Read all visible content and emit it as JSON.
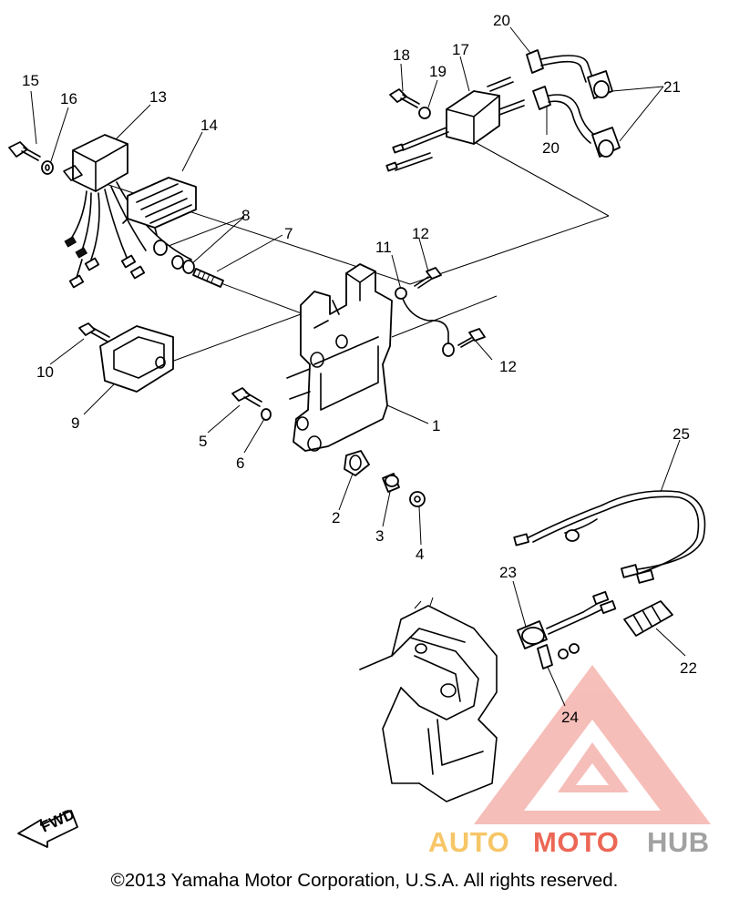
{
  "callouts": [
    {
      "label": "1"
    },
    {
      "label": "2"
    },
    {
      "label": "3"
    },
    {
      "label": "4"
    },
    {
      "label": "5"
    },
    {
      "label": "6"
    },
    {
      "label": "7"
    },
    {
      "label": "8"
    },
    {
      "label": "9"
    },
    {
      "label": "10"
    },
    {
      "label": "11"
    },
    {
      "label": "12"
    },
    {
      "label": "12"
    },
    {
      "label": "13"
    },
    {
      "label": "14"
    },
    {
      "label": "15"
    },
    {
      "label": "16"
    },
    {
      "label": "17"
    },
    {
      "label": "18"
    },
    {
      "label": "19"
    },
    {
      "label": "20"
    },
    {
      "label": "20"
    },
    {
      "label": "21"
    },
    {
      "label": "22"
    },
    {
      "label": "23"
    },
    {
      "label": "24"
    },
    {
      "label": "25"
    }
  ],
  "fwd_label": "FWD",
  "watermark": {
    "part1": "AUTO",
    "part2": "MOTO",
    "part3": "HUB",
    "color1": "#f5b942",
    "color2": "#e8412d",
    "color3": "#8a8a8a"
  },
  "copyright": "©2013 Yamaha Motor Corporation, U.S.A. All rights reserved."
}
